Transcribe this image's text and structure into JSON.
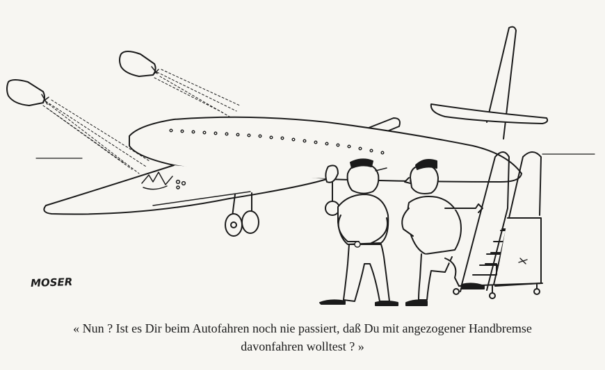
{
  "cartoon": {
    "signature": "MOSER",
    "caption_line1": "« Nun ? Ist es Dir beim Autofahren noch nie passiert, daß Du mit angezogener Handbremse",
    "caption_line2": "davonfahren wolltest ? »"
  },
  "colors": {
    "paper": "#f7f6f2",
    "ink": "#1a1a1a"
  }
}
